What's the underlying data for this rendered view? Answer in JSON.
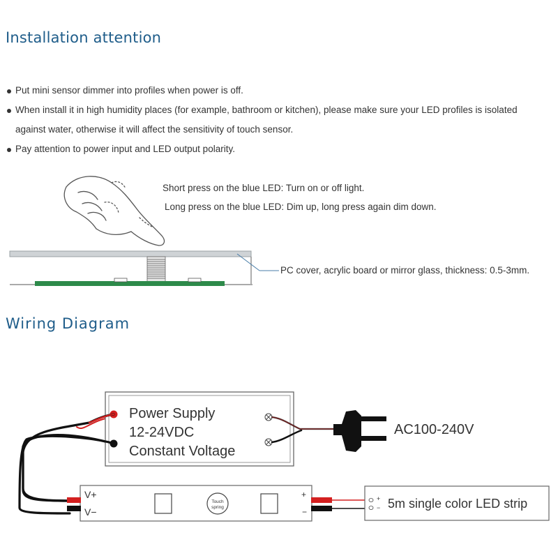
{
  "installation": {
    "title": "Installation attention",
    "bullets": [
      "Put mini sensor dimmer into profiles when power is off.",
      "When install it in high humidity places (for example, bathroom or kitchen), please make sure your LED profiles is isolated against water, otherwise it will affect the sensitivity of touch sensor.",
      "Pay attention to power input and LED output polarity."
    ],
    "short_press": "Short press on the blue LED: Turn on or off light.",
    "long_press": "Long press on the blue LED: Dim up, long press again dim down.",
    "cover_note": "PC cover, acrylic board or mirror glass, thickness: 0.5-3mm."
  },
  "wiring": {
    "title": "Wiring Diagram",
    "power_supply": {
      "line1": "Power Supply",
      "line2": "12-24VDC",
      "line3": "Constant Voltage"
    },
    "ac_input": "AC100-240V",
    "dimmer": {
      "vplus": "V+",
      "vminus": "V−",
      "touch_line1": "Touch",
      "touch_line2": "spring",
      "out_plus": "+",
      "out_minus": "−"
    },
    "led_strip": {
      "label": "5m single color LED strip",
      "plus": "+",
      "minus": "−"
    }
  },
  "colors": {
    "heading": "#1f5d8a",
    "pcb": "#2d8a4a",
    "wire_red": "#d42020",
    "wire_black": "#111111"
  }
}
